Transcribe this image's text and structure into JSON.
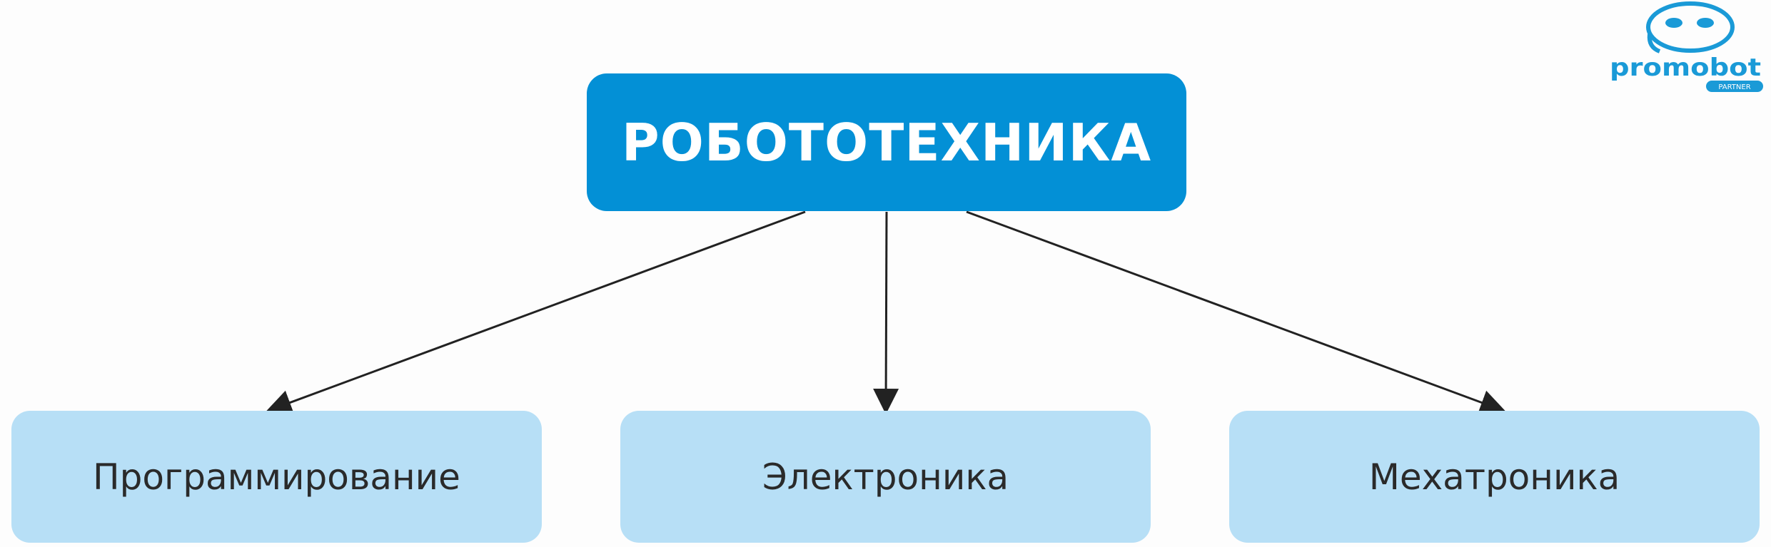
{
  "diagram": {
    "root": {
      "label": "РОБОТОТЕХНИКА"
    },
    "children": [
      {
        "label": "Программирование"
      },
      {
        "label": "Электроника"
      },
      {
        "label": "Мехатроника"
      }
    ]
  },
  "logo": {
    "wordmark": "promobot",
    "tag": "PARTNER"
  },
  "colors": {
    "root_fill": "#0390d6",
    "child_fill": "#b7dff6",
    "arrow": "#222222",
    "logo": "#1a9ad7"
  }
}
